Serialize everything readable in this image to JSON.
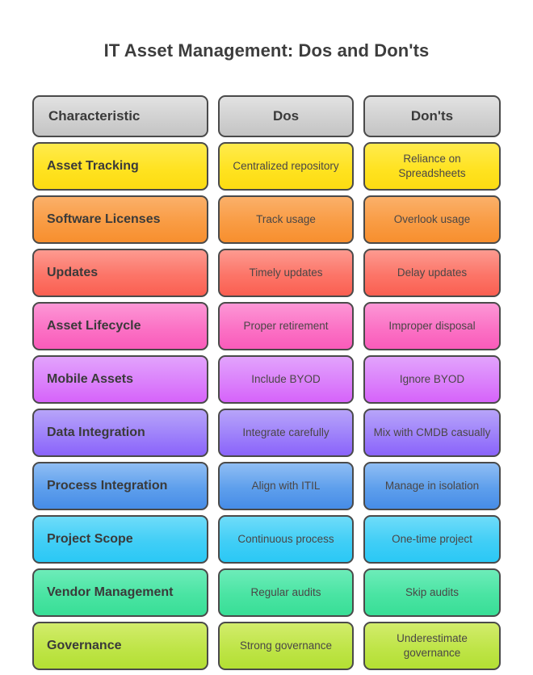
{
  "title": "IT Asset Management: Dos and Don'ts",
  "table": {
    "headers": {
      "characteristic": "Characteristic",
      "dos": "Dos",
      "donts": "Don'ts"
    },
    "rows": [
      {
        "characteristic": "Asset Tracking",
        "dos": "Centralized repository",
        "donts": "Reliance on Spreadsheets",
        "color": "#FFE21F",
        "fill": "fill-yellow"
      },
      {
        "characteristic": "Software Licenses",
        "dos": "Track usage",
        "donts": "Overlook usage",
        "color": "#F99C44",
        "fill": "fill-orange"
      },
      {
        "characteristic": "Updates",
        "dos": "Timely updates",
        "donts": "Delay updates",
        "color": "#FC7568",
        "fill": "fill-salmon"
      },
      {
        "characteristic": "Asset Lifecycle",
        "dos": "Proper retirement",
        "donts": "Improper disposal",
        "color": "#FB72C5",
        "fill": "fill-pink"
      },
      {
        "characteristic": "Mobile Assets",
        "dos": "Include BYOD",
        "donts": "Ignore BYOD",
        "color": "#DB81FB",
        "fill": "fill-orchid"
      },
      {
        "characteristic": "Data Integration",
        "dos": "Integrate carefully",
        "donts": "Mix with CMDB casually",
        "color": "#9E81FA",
        "fill": "fill-purple"
      },
      {
        "characteristic": "Process Integration",
        "dos": "Align with ITIL",
        "donts": "Manage in isolation",
        "color": "#5E9FEC",
        "fill": "fill-blue"
      },
      {
        "characteristic": "Project Scope",
        "dos": "Continuous process",
        "donts": "One-time project",
        "color": "#41CEF6",
        "fill": "fill-cyan"
      },
      {
        "characteristic": "Vendor Management",
        "dos": "Regular audits",
        "donts": "Skip audits",
        "color": "#4AE4A3",
        "fill": "fill-green"
      },
      {
        "characteristic": "Governance",
        "dos": "Strong governance",
        "donts": "Underestimate governance",
        "color": "#BFE548",
        "fill": "fill-lime"
      }
    ]
  },
  "chart_data": {
    "type": "table",
    "title": "IT Asset Management: Dos and Don'ts",
    "columns": [
      "Characteristic",
      "Dos",
      "Don'ts"
    ],
    "rows": [
      [
        "Asset Tracking",
        "Centralized repository",
        "Reliance on Spreadsheets"
      ],
      [
        "Software Licenses",
        "Track usage",
        "Overlook usage"
      ],
      [
        "Updates",
        "Timely updates",
        "Delay updates"
      ],
      [
        "Asset Lifecycle",
        "Proper retirement",
        "Improper disposal"
      ],
      [
        "Mobile Assets",
        "Include BYOD",
        "Ignore BYOD"
      ],
      [
        "Data Integration",
        "Integrate carefully",
        "Mix with CMDB casually"
      ],
      [
        "Process Integration",
        "Align with ITIL",
        "Manage in isolation"
      ],
      [
        "Project Scope",
        "Continuous process",
        "One-time project"
      ],
      [
        "Vendor Management",
        "Regular audits",
        "Skip audits"
      ],
      [
        "Governance",
        "Strong governance",
        "Underestimate governance"
      ]
    ],
    "row_colors": [
      "#FFE21F",
      "#F99C44",
      "#FC7568",
      "#FB72C5",
      "#DB81FB",
      "#9E81FA",
      "#5E9FEC",
      "#41CEF6",
      "#4AE4A3",
      "#BFE548"
    ],
    "header_color": "#D4D4D4",
    "background": "#FFFFFF",
    "border_color": "#4A4A4A",
    "text_color": "#3D3D3D"
  }
}
